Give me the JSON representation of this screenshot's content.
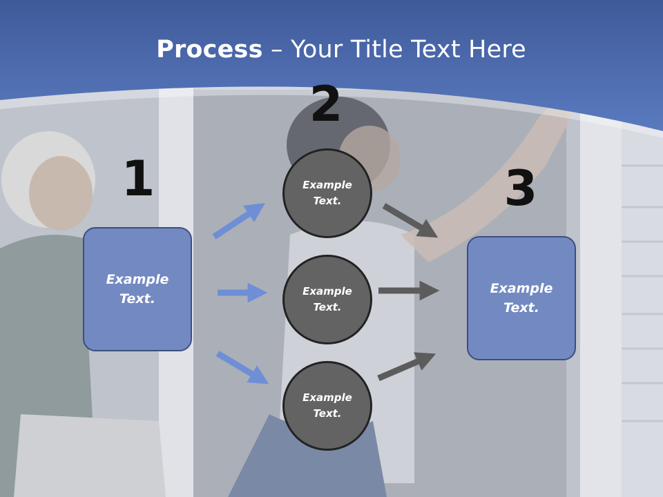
{
  "title": {
    "bold": "Process",
    "rest": " – Your Title Text Here"
  },
  "steps": {
    "one": "1",
    "two": "2",
    "three": "3"
  },
  "left_box": {
    "line1": "Example",
    "line2": "Text."
  },
  "circles": [
    {
      "line1": "Example",
      "line2": "Text."
    },
    {
      "line1": "Example",
      "line2": "Text."
    },
    {
      "line1": "Example",
      "line2": "Text."
    }
  ],
  "right_box": {
    "line1": "Example",
    "line2": "Text."
  },
  "colors": {
    "banner": "#4a6aae",
    "box": "#7389c2",
    "circle": "#636363",
    "blue_arrow": "#6e8fd6",
    "gray_arrow": "#5c5c5c"
  }
}
